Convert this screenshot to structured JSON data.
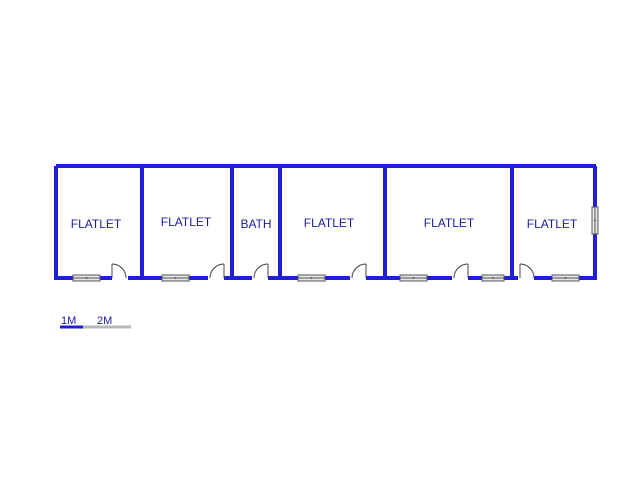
{
  "colors": {
    "wall": "#1f1fd8",
    "label": "#1a1aa8",
    "window_fill": "#e6e6e6",
    "window_stroke": "#555555",
    "door_stroke": "#444444",
    "scale_secondary": "#b8b8b8"
  },
  "rooms": [
    {
      "label": "FLATLET"
    },
    {
      "label": "FLATLET"
    },
    {
      "label": "BATH"
    },
    {
      "label": "FLATLET"
    },
    {
      "label": "FLATLET"
    },
    {
      "label": "FLATLET"
    }
  ],
  "scale_bar": {
    "label_1": "1M",
    "label_2": "2M"
  }
}
